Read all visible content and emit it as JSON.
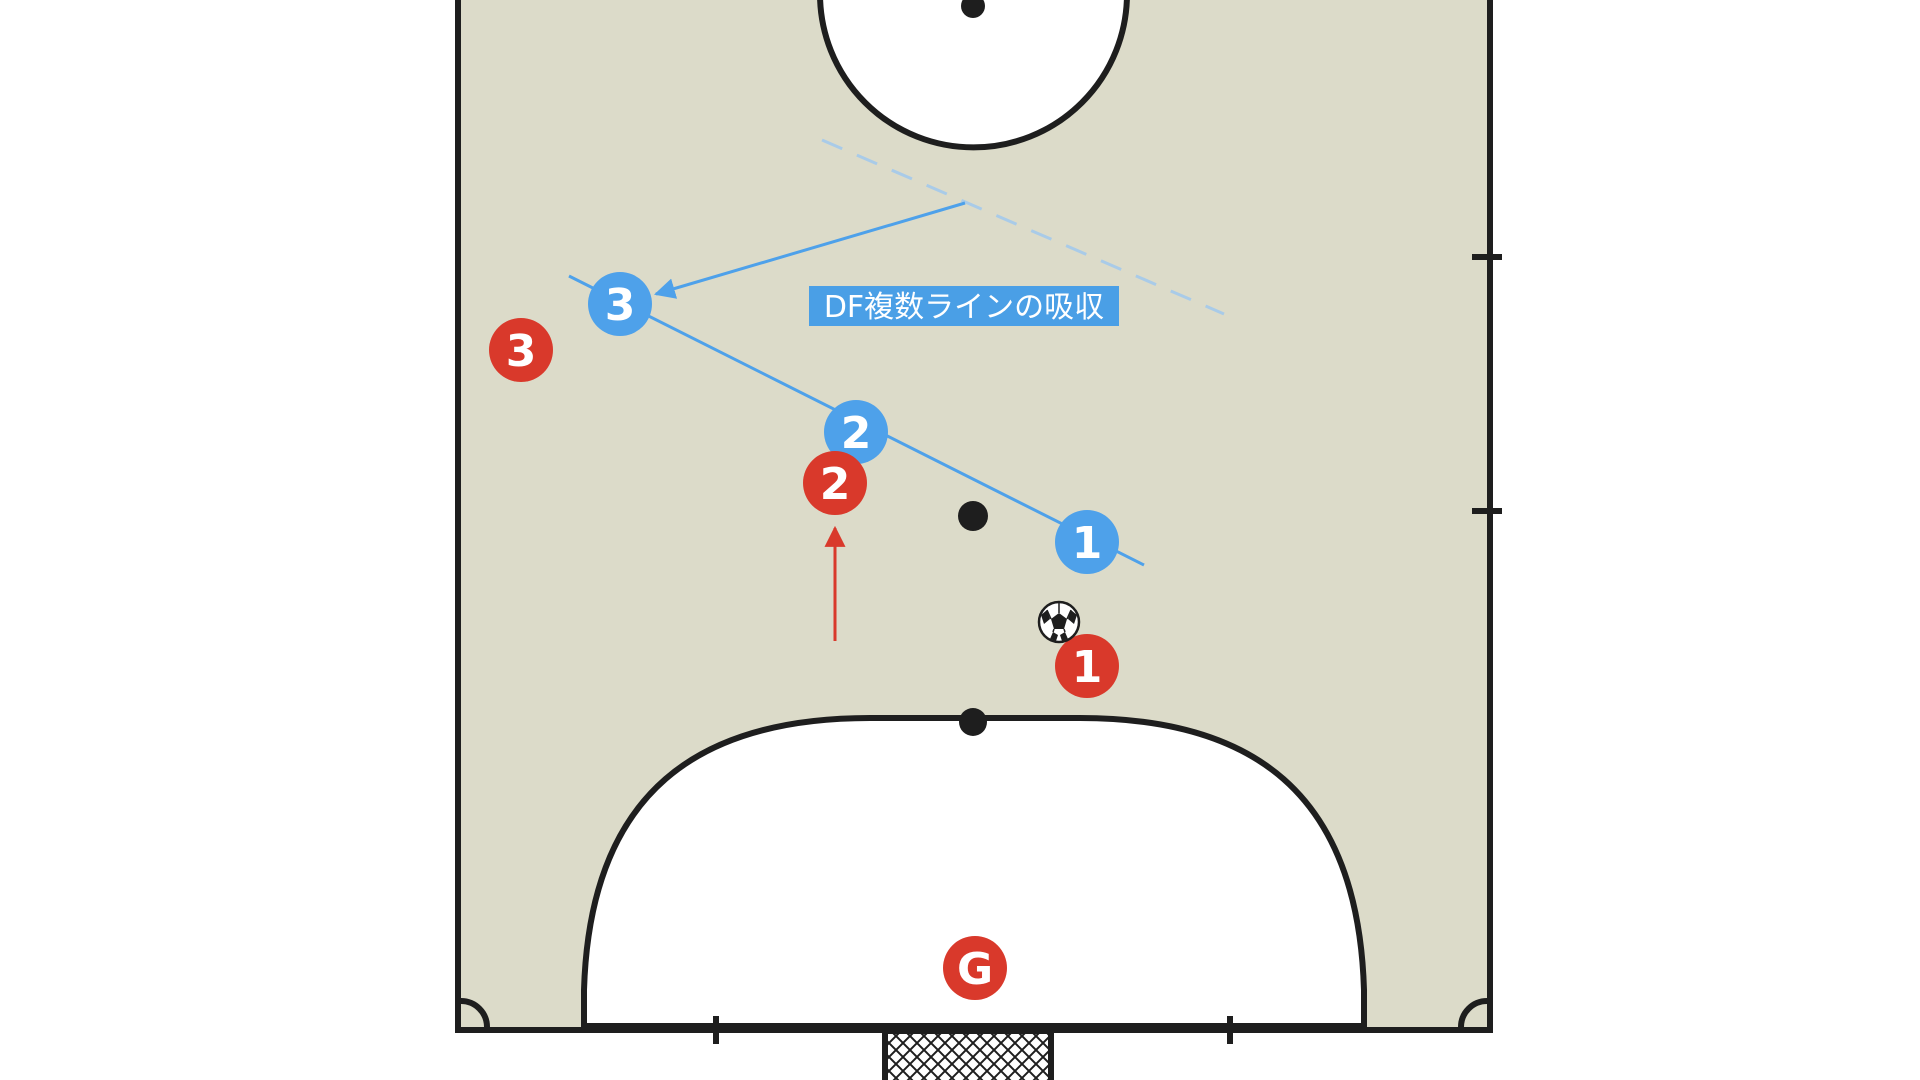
{
  "colors": {
    "court": "#dcdbc9",
    "line": "#1e1e1e",
    "attack": "#d9392b",
    "defense": "#4ea1ea",
    "annotation_bg": "#4a9fe6",
    "ghost_line": "#a9cbe8"
  },
  "players": {
    "defense": [
      "1",
      "2",
      "3"
    ],
    "attack": [
      "1",
      "2",
      "3"
    ],
    "goalkeeper": "G"
  },
  "annotation": {
    "text": "DF複数ラインの吸収"
  },
  "icons": {
    "ball": "soccer-ball-icon",
    "goal": "goal-net"
  }
}
